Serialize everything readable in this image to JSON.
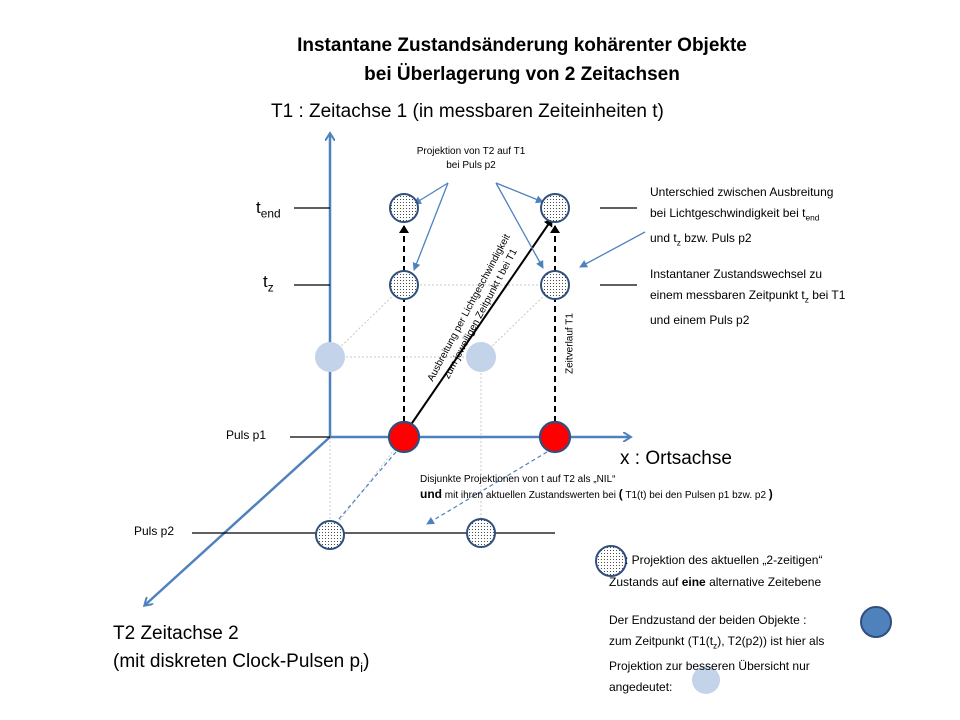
{
  "title": {
    "line1": "Instantane Zustandsänderung kohärenter Objekte",
    "line2": "bei Überlagerung von 2 Zeitachsen"
  },
  "axes": {
    "t1_label": "T1 : Zeitachse 1 (in messbaren Zeiteinheiten t)",
    "x_label": "x : Ortsachse",
    "t2_label_line1": "T2 Zeitachse 2",
    "t2_label_line2_prefix": "(mit diskreten Clock-Pulsen p",
    "t2_label_line2_sub": "i",
    "t2_label_line2_suffix": ")"
  },
  "ticks": {
    "t_end_main": "t",
    "t_end_sub": "end",
    "t_z_main": "t",
    "t_z_sub": "z",
    "puls_p1": "Puls p1",
    "puls_p2": "Puls p2"
  },
  "annotations": {
    "projection_line1": "Projektion von T2 auf T1",
    "projection_line2": "bei Puls p2",
    "diff_line1": "Unterschied zwischen Ausbreitung",
    "diff_line2_prefix": "bei Lichtgeschwindigkeit bei t",
    "diff_line2_sub": "end",
    "diff_line3_prefix": "und t",
    "diff_line3_sub": "z",
    "diff_line3_suffix": " bzw.  Puls p2",
    "instant_line1": "Instantaner Zustandswechsel zu",
    "instant_line2_prefix": "einem messbaren Zeitpunkt t",
    "instant_line2_sub": "z",
    "instant_line2_suffix": " bei T1",
    "instant_line3": "und einem Puls p2",
    "diagonal_line1": "Ausbreitung per Lichtgeschwindigkeit",
    "diagonal_line2": "zum jeweiligen Zeitpunkt t bei T1",
    "zeitverlauf": "Zeitverlauf T1",
    "disjunkt_line1": "Disjunkte Projektionen von t auf T2 als „NIL“",
    "disjunkt_line2_bold1": "und",
    "disjunkt_line2_mid": " mit ihren aktuellen Zustandswerten bei ",
    "disjunkt_line2_bold2": "(",
    "disjunkt_line2_mid2": " T1(t) bei den Pulsen p1 bzw. p2 ",
    "disjunkt_line2_bold3": ")"
  },
  "legend": {
    "proj_line1": ": Projektion  des aktuellen „2-zeitigen“",
    "proj_line2_prefix": "Zustands auf ",
    "proj_line2_bold": "eine",
    "proj_line2_suffix": " alternative Zeitebene",
    "end_line1": "Der Endzustand  der beiden Objekte :",
    "end_line2_prefix": "zum Zeitpunkt  (T1(t",
    "end_line2_sub": "z",
    "end_line2_suffix": "), T2(p2)) ist hier als",
    "end_line3": "Projektion  zur besseren Übersicht nur",
    "end_line4": "angedeutet:"
  },
  "colors": {
    "axis": "#4f81bd",
    "object_red": "#ff0000",
    "projection_fill": "#dbe5f1",
    "ghost": "#c3d3ea",
    "end_state": "#4f81bd",
    "circle_stroke": "#2f4f7f"
  }
}
